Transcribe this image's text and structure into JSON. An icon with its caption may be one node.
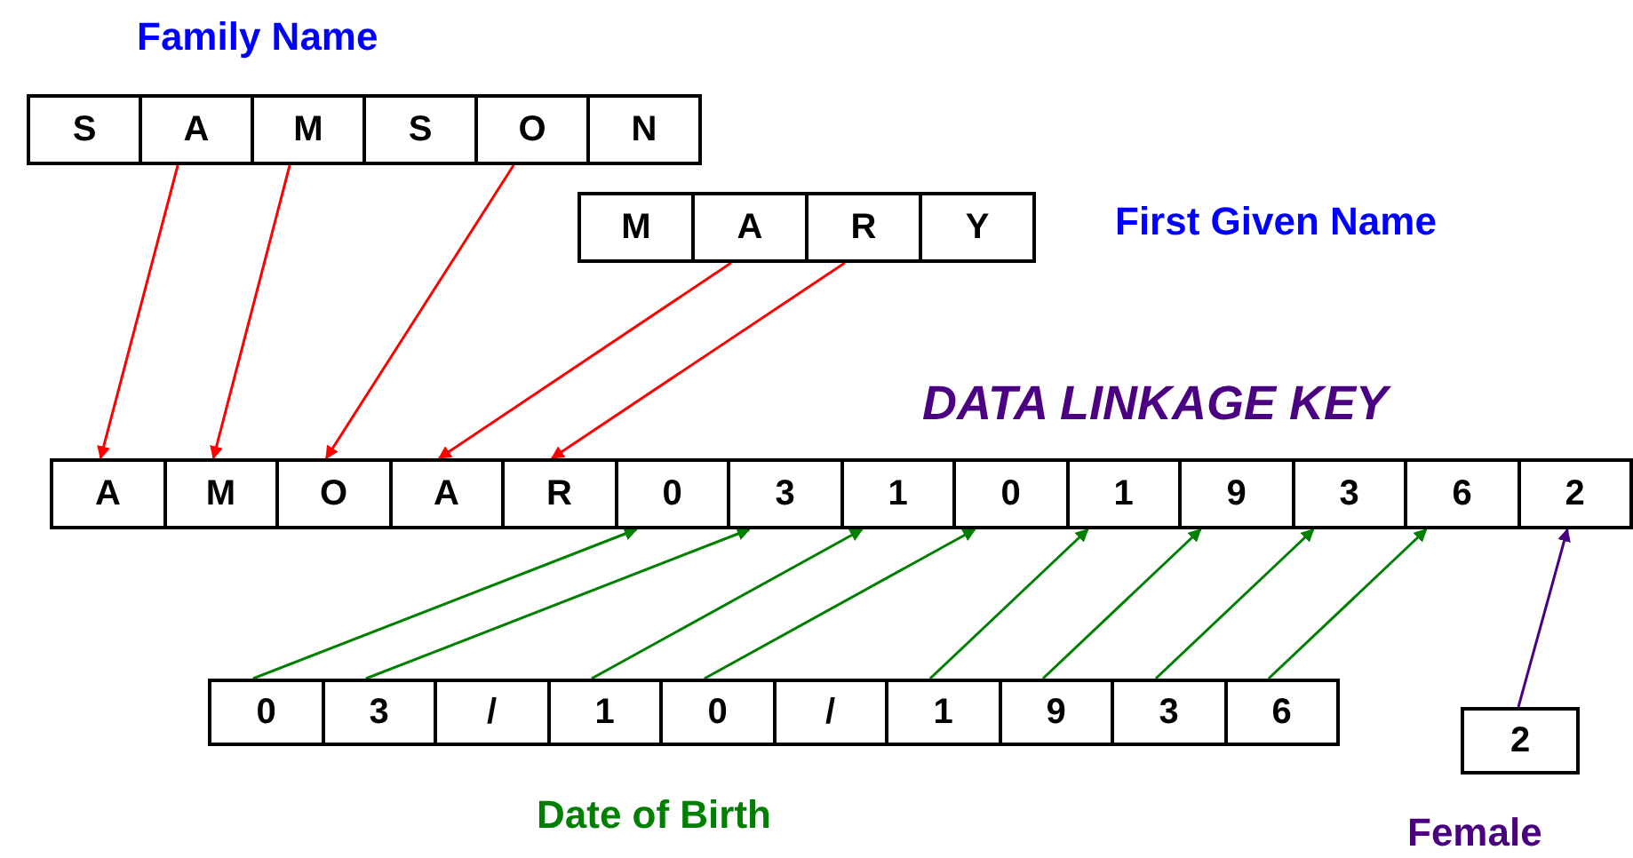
{
  "diagram": {
    "nodes": [
      {
        "text": [
          "S"
        ]
      },
      {
        "text": [
          "A"
        ]
      },
      {
        "text": [
          "M"
        ]
      },
      {
        "text": [
          "S"
        ]
      },
      {
        "text": [
          "O"
        ]
      },
      {
        "text": [
          "N"
        ]
      },
      {
        "text": [
          "M"
        ]
      },
      {
        "text": [
          "A"
        ]
      },
      {
        "text": [
          "R"
        ]
      },
      {
        "text": [
          "Y"
        ]
      },
      {
        "text": [
          "A"
        ]
      },
      {
        "text": [
          "M"
        ]
      },
      {
        "text": [
          "O"
        ]
      },
      {
        "text": [
          "A"
        ]
      },
      {
        "text": [
          "R"
        ]
      },
      {
        "text": [
          "0"
        ]
      },
      {
        "text": [
          "3"
        ]
      },
      {
        "text": [
          "1"
        ]
      },
      {
        "text": [
          "0"
        ]
      },
      {
        "text": [
          "1"
        ]
      },
      {
        "text": [
          "9"
        ]
      },
      {
        "text": [
          "3"
        ]
      },
      {
        "text": [
          "6"
        ]
      },
      {
        "text": [
          "2"
        ]
      },
      {
        "text": [
          "0"
        ]
      },
      {
        "text": [
          "3"
        ]
      },
      {
        "text": [
          "/"
        ]
      },
      {
        "text": [
          "1"
        ]
      },
      {
        "text": [
          "0"
        ]
      },
      {
        "text": [
          "/"
        ]
      },
      {
        "text": [
          "1"
        ]
      },
      {
        "text": [
          "9"
        ]
      },
      {
        "text": [
          "3"
        ]
      },
      {
        "text": [
          "6"
        ]
      },
      {
        "text": [
          "2"
        ]
      }
    ],
    "edges": [
      {
        "from": 1,
        "to": 10,
        "arrow": "to",
        "color": "#ff0000"
      },
      {
        "from": 2,
        "to": 11,
        "arrow": "to",
        "color": "#ff0000"
      },
      {
        "from": 4,
        "to": 12,
        "arrow": "to",
        "color": "#ff0000"
      },
      {
        "from": 7,
        "to": 13,
        "arrow": "to",
        "color": "#ff0000"
      },
      {
        "from": 8,
        "to": 14,
        "arrow": "to",
        "color": "#ff0000"
      },
      {
        "from": 24,
        "to": 15,
        "arrow": "to",
        "color": "#008000"
      },
      {
        "from": 25,
        "to": 16,
        "arrow": "to",
        "color": "#008000"
      },
      {
        "from": 27,
        "to": 17,
        "arrow": "to",
        "color": "#008000"
      },
      {
        "from": 28,
        "to": 18,
        "arrow": "to",
        "color": "#008000"
      },
      {
        "from": 30,
        "to": 19,
        "arrow": "to",
        "color": "#008000"
      },
      {
        "from": 31,
        "to": 20,
        "arrow": "to",
        "color": "#008000"
      },
      {
        "from": 32,
        "to": 21,
        "arrow": "to",
        "color": "#008000"
      },
      {
        "from": 33,
        "to": 22,
        "arrow": "to",
        "color": "#008000"
      },
      {
        "from": 34,
        "to": 23,
        "arrow": "to",
        "color": "#4b0082"
      }
    ],
    "labels": [
      "Family Name",
      "First Given Name",
      "DATA LINKAGE KEY",
      "Date of Birth",
      "Female"
    ]
  }
}
